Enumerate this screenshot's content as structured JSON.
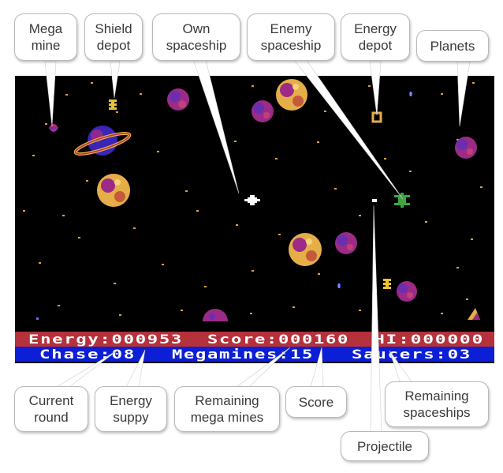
{
  "hud": {
    "energy": "Energy:000953",
    "score": "Score:000160",
    "hi": "HI:000000",
    "chase": "Chase:08",
    "megamines": "Megamines:15",
    "saucers": "Saucers:03"
  },
  "labels": {
    "mega_mine": "Mega\nmine",
    "shield_depot": "Shield\ndepot",
    "own_spaceship": "Own\nspaceship",
    "enemy_spaceship": "Enemy\nspaceship",
    "energy_depot": "Energy\ndepot",
    "planets": "Planets",
    "current_round": "Current\nround",
    "energy_supply": "Energy\nsuppy",
    "remaining_mega_mines": "Remaining\nmega mines",
    "score": "Score",
    "remaining_spaceships": "Remaining\nspaceships",
    "projectile": "Projectile"
  },
  "colors": {
    "space": "#000000",
    "hud_top": "#b5313b",
    "hud_bottom": "#0d1fd6",
    "planet_purple": "#a0247a",
    "planet_gold": "#e8b34a",
    "enemy": "#3fa63f",
    "pointer": "#ffffff"
  }
}
